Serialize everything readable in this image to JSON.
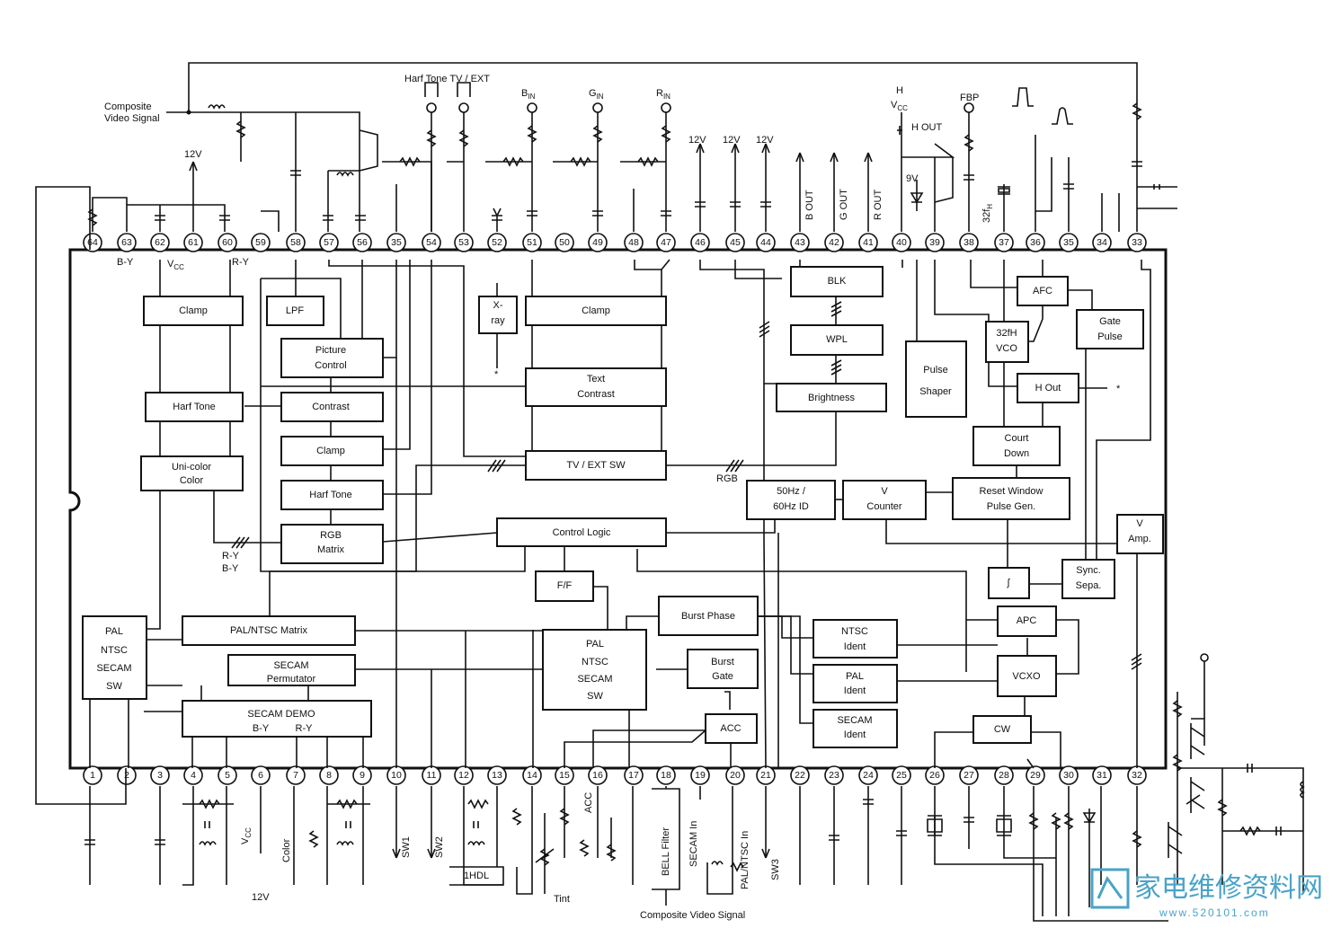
{
  "blocks": {
    "clamp_l": "Clamp",
    "lpf": "LPF",
    "picture_control": [
      "Picture",
      "Control"
    ],
    "xray": [
      "X-",
      "ray"
    ],
    "clamp_r": "Clamp",
    "blk": "BLK",
    "wpl": "WPL",
    "brightness": "Brightness",
    "harf_tone_l": "Harf Tone",
    "contrast": "Contrast",
    "uni_color": [
      "Uni-color",
      "Color"
    ],
    "clamp_m": "Clamp",
    "text_contrast": [
      "Text",
      "Contrast"
    ],
    "harf_tone_m": "Harf Tone",
    "tv_ext_sw": "TV / EXT SW",
    "rgb_matrix": [
      "RGB",
      "Matrix"
    ],
    "control_logic": "Control Logic",
    "ff": "F/F",
    "hz_id": [
      "50Hz /",
      "60Hz ID"
    ],
    "v_counter": [
      "V",
      "Counter"
    ],
    "reset_window": [
      "Reset Window",
      "Pulse Gen."
    ],
    "afc": "AFC",
    "vco32": [
      "32fH",
      "VCO"
    ],
    "gate_pulse": [
      "Gate",
      "Pulse"
    ],
    "pulse_shaper": [
      "Pulse",
      "Shaper"
    ],
    "h_out": "H Out",
    "count_down": [
      "Court",
      "Down"
    ],
    "v_amp": [
      "V",
      "Amp."
    ],
    "integrator": "∫",
    "sync_sepa": [
      "Sync.",
      "Sepa."
    ],
    "pal_ntsc_secam_sw_l": [
      "PAL",
      "NTSC",
      "SECAM",
      "SW"
    ],
    "pal_ntsc_matrix": "PAL/NTSC Matrix",
    "secam_permutator": [
      "SECAM",
      "Permutator"
    ],
    "secam_demo": "SECAM DEMO",
    "pal_ntsc_secam_sw_c": [
      "PAL",
      "NTSC",
      "SECAM",
      "SW"
    ],
    "burst_phase": "Burst Phase",
    "burst_gate": [
      "Burst",
      "Gate"
    ],
    "acc": "ACC",
    "apc": "APC",
    "ntsc_ident": [
      "NTSC",
      "Ident"
    ],
    "pal_ident": [
      "PAL",
      "Ident"
    ],
    "secam_ident": [
      "SECAM",
      "Ident"
    ],
    "vcxo": "VCXO",
    "cw": "CW",
    "1hdl": "1HDL",
    "bell_filter": "BELL Filter"
  },
  "labels": {
    "composite_video_signal_top": [
      "Composite",
      "Video Signal"
    ],
    "harf_tone_tv_ext": "Harf Tone TV / EXT",
    "b_in": "B",
    "b_in_sub": "IN",
    "g_in": "G",
    "g_in_sub": "IN",
    "r_in": "R",
    "r_in_sub": "IN",
    "v12": "12V",
    "b_out": "B OUT",
    "g_out": "G OUT",
    "r_out": "R OUT",
    "h_vcc": "H",
    "vcc": "V",
    "vcc_sub": "CC",
    "h_out_top": "H OUT",
    "fbp": "FBP",
    "v9": "9V",
    "fh32": "32f",
    "fh32_sub": "H",
    "b_y_top": "B-Y",
    "vcc_top": "V",
    "vcc_top_sub": "CC",
    "r_y_top": "R-Y",
    "rgb": "RGB",
    "r_y_mid": "R-Y",
    "b_y_mid": "B-Y",
    "by_demo": "B-Y",
    "ry_demo": "R-Y",
    "color": "Color",
    "sw1": "SW1",
    "sw2": "SW2",
    "sw3": "SW3",
    "acc_pin": "ACC",
    "secam_in": "SECAM  In",
    "pal_ntsc_in": "PAL/NTSC  In",
    "tint": "Tint",
    "composite_video_signal_bottom": "Composite Video Signal",
    "v12_bottom": "12V",
    "star": "*"
  },
  "pins_top": [
    "64",
    "63",
    "62",
    "61",
    "60",
    "59",
    "58",
    "57",
    "56",
    "35",
    "54",
    "53",
    "52",
    "51",
    "50",
    "49",
    "48",
    "47",
    "46",
    "45",
    "44",
    "43",
    "42",
    "41",
    "40",
    "39",
    "38",
    "37",
    "36",
    "35",
    "34",
    "33"
  ],
  "pins_bottom": [
    "1",
    "2",
    "3",
    "4",
    "5",
    "6",
    "7",
    "8",
    "9",
    "10",
    "11",
    "12",
    "13",
    "14",
    "15",
    "16",
    "17",
    "18",
    "19",
    "20",
    "21",
    "22",
    "23",
    "24",
    "25",
    "26",
    "27",
    "28",
    "29",
    "30",
    "31",
    "32"
  ],
  "watermark": {
    "cn": "家电维修资料网",
    "url": "www.520101.com"
  }
}
